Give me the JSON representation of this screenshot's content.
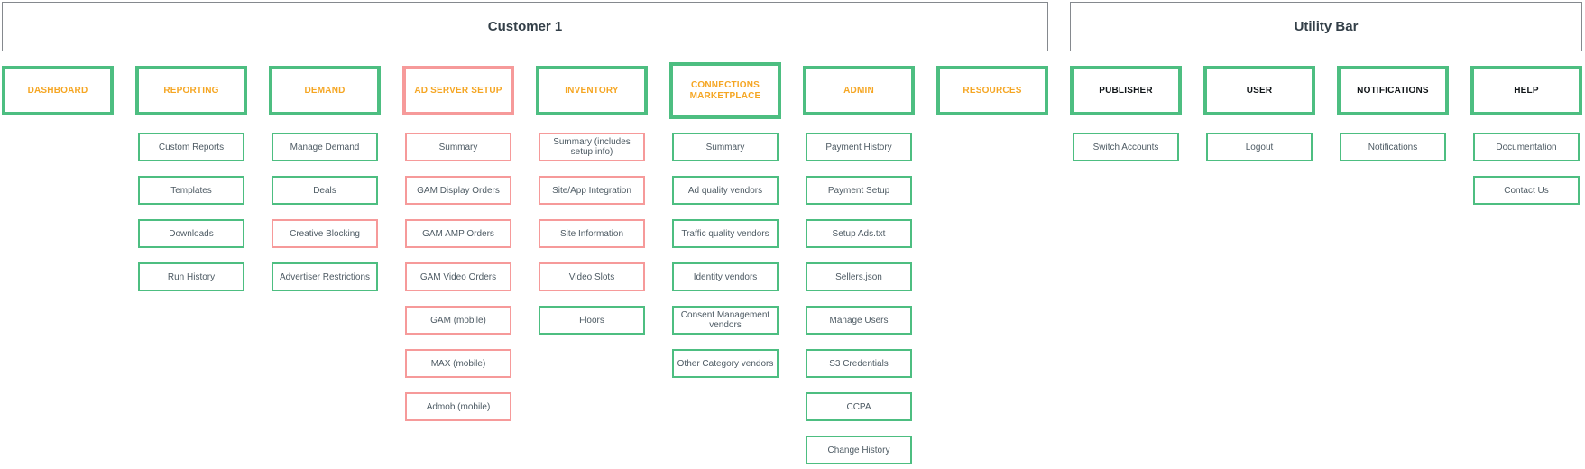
{
  "colors": {
    "green": "#4dbe81",
    "red": "#f69a9a",
    "orange": "#f5a623",
    "header_text": "#333f48",
    "item_text": "#4d5a63",
    "category_dark_text": "#101518",
    "frame_border": "#85898e"
  },
  "sections": [
    {
      "title": "Customer 1"
    },
    {
      "title": "Utility Bar"
    }
  ],
  "columns": [
    {
      "id": "dashboard",
      "label": "DASHBOARD",
      "label_color": "orange",
      "border": "green",
      "items": []
    },
    {
      "id": "reporting",
      "label": "REPORTING",
      "label_color": "orange",
      "border": "green",
      "items": [
        {
          "label": "Custom Reports",
          "border": "green"
        },
        {
          "label": "Templates",
          "border": "green"
        },
        {
          "label": "Downloads",
          "border": "green"
        },
        {
          "label": "Run History",
          "border": "green"
        }
      ]
    },
    {
      "id": "demand",
      "label": "DEMAND",
      "label_color": "orange",
      "border": "green",
      "items": [
        {
          "label": "Manage Demand",
          "border": "green"
        },
        {
          "label": "Deals",
          "border": "green"
        },
        {
          "label": "Creative Blocking",
          "border": "red"
        },
        {
          "label": "Advertiser Restrictions",
          "border": "green"
        }
      ]
    },
    {
      "id": "ad-server-setup",
      "label": "AD SERVER SETUP",
      "label_color": "orange",
      "border": "red",
      "items": [
        {
          "label": "Summary",
          "border": "red"
        },
        {
          "label": "GAM Display Orders",
          "border": "red"
        },
        {
          "label": "GAM AMP Orders",
          "border": "red"
        },
        {
          "label": "GAM Video Orders",
          "border": "red"
        },
        {
          "label": "GAM (mobile)",
          "border": "red"
        },
        {
          "label": "MAX (mobile)",
          "border": "red"
        },
        {
          "label": "Admob (mobile)",
          "border": "red"
        }
      ]
    },
    {
      "id": "inventory",
      "label": "INVENTORY",
      "label_color": "orange",
      "border": "green",
      "items": [
        {
          "label": "Summary (includes setup info)",
          "border": "red"
        },
        {
          "label": "Site/App Integration",
          "border": "red"
        },
        {
          "label": "Site Information",
          "border": "red"
        },
        {
          "label": "Video Slots",
          "border": "red"
        },
        {
          "label": "Floors",
          "border": "green"
        }
      ]
    },
    {
      "id": "connections-marketplace",
      "label": "CONNECTIONS MARKETPLACE",
      "label_color": "orange",
      "border": "green",
      "tall": true,
      "items": [
        {
          "label": "Summary",
          "border": "green"
        },
        {
          "label": "Ad quality vendors",
          "border": "green"
        },
        {
          "label": "Traffic quality vendors",
          "border": "green"
        },
        {
          "label": "Identity vendors",
          "border": "green"
        },
        {
          "label": "Consent Management vendors",
          "border": "green"
        },
        {
          "label": "Other Category vendors",
          "border": "green"
        }
      ]
    },
    {
      "id": "admin",
      "label": "ADMIN",
      "label_color": "orange",
      "border": "green",
      "items": [
        {
          "label": "Payment History",
          "border": "green"
        },
        {
          "label": "Payment Setup",
          "border": "green"
        },
        {
          "label": "Setup Ads.txt",
          "border": "green"
        },
        {
          "label": "Sellers.json",
          "border": "green"
        },
        {
          "label": "Manage Users",
          "border": "green"
        },
        {
          "label": "S3 Credentials",
          "border": "green"
        },
        {
          "label": "CCPA",
          "border": "green"
        },
        {
          "label": "Change History",
          "border": "green"
        }
      ]
    },
    {
      "id": "resources",
      "label": "RESOURCES",
      "label_color": "orange",
      "border": "green",
      "items": []
    },
    {
      "id": "publisher",
      "label": "PUBLISHER",
      "label_color": "dark",
      "border": "green",
      "items": [
        {
          "label": "Switch Accounts",
          "border": "green"
        }
      ]
    },
    {
      "id": "user",
      "label": "USER",
      "label_color": "dark",
      "border": "green",
      "items": [
        {
          "label": "Logout",
          "border": "green"
        }
      ]
    },
    {
      "id": "notifications",
      "label": "NOTIFICATIONS",
      "label_color": "dark",
      "border": "green",
      "items": [
        {
          "label": "Notifications",
          "border": "green"
        }
      ]
    },
    {
      "id": "help",
      "label": "HELP",
      "label_color": "dark",
      "border": "green",
      "items": [
        {
          "label": "Documentation",
          "border": "green"
        },
        {
          "label": "Contact Us",
          "border": "green"
        }
      ]
    }
  ]
}
